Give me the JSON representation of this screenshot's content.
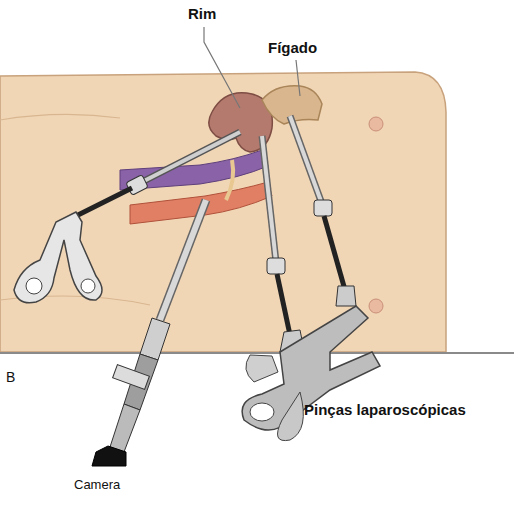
{
  "diagram": {
    "labels": [
      "Rim",
      "Fígado",
      "Pinças laparoscópicas",
      "B",
      "Camera"
    ]
  }
}
